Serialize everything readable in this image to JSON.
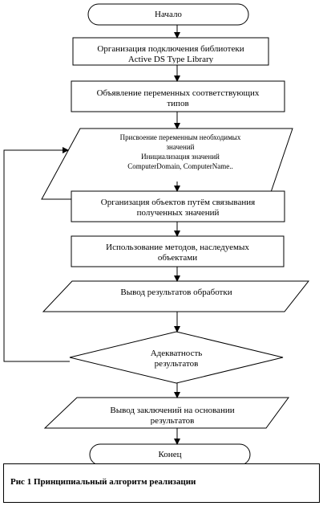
{
  "flowchart": {
    "start": "Начало",
    "step1": [
      "Организация подключения библиотеки",
      "Active DS Type Library"
    ],
    "step2": [
      "Объявление переменных соответствующих",
      "типов"
    ],
    "step3": [
      "Присвоение переменным необходимых",
      "значений",
      "Инициализация значений",
      "ComputerDomain, ComputerName.."
    ],
    "step4": [
      "Организация объектов путём связывания",
      "полученных значений"
    ],
    "step5": [
      "Использование методов, наследуемых",
      "объектами"
    ],
    "step6": [
      "Вывод результатов обработки"
    ],
    "decision": [
      "Адекватность",
      "результатов"
    ],
    "step7": [
      "Вывод заключений на основании",
      "результатов"
    ],
    "end": "Конец"
  },
  "caption": "Рис 1 Принципиальный алгоритм реализации"
}
